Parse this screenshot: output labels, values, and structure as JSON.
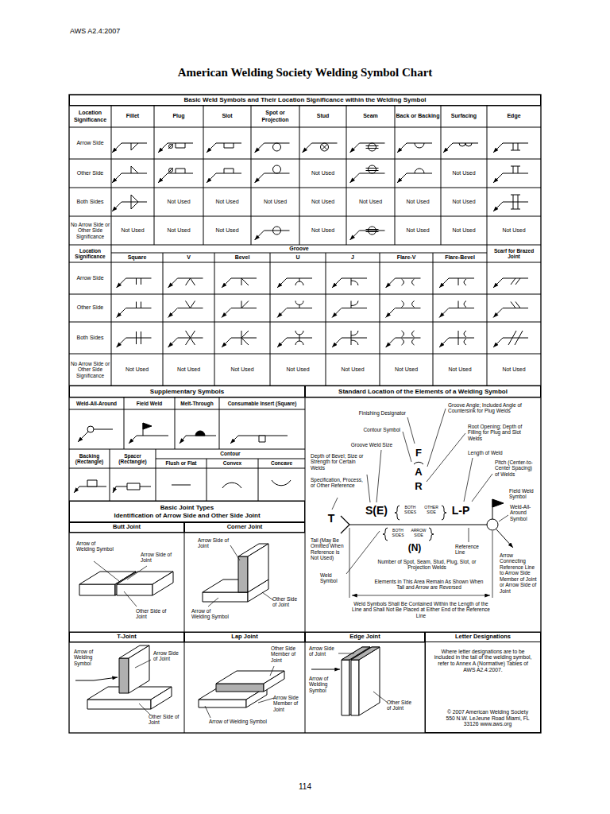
{
  "diagram": {
    "title": "American Welding Society Welding Symbol Chart",
    "nodes": [
      {
        "text": [
          "Basic Weld Symbols and Their Location Significance within the Welding Symbol"
        ]
      },
      {
        "text": [
          "Supplementary Symbols"
        ]
      },
      {
        "text": [
          "Standard Location of the Elements of a Welding Symbol"
        ]
      },
      {
        "text": [
          "Basic Joint Types",
          "Identification of Arrow Side and Other Side Joint"
        ]
      },
      {
        "text": [
          "Butt Joint"
        ]
      },
      {
        "text": [
          "Corner Joint"
        ]
      },
      {
        "text": [
          "T-Joint"
        ]
      },
      {
        "text": [
          "Lap Joint"
        ]
      },
      {
        "text": [
          "Edge Joint"
        ]
      },
      {
        "text": [
          "Letter Designations",
          "Where letter designations are to be included in the tail of the welding symbol, refer to Annex A (Normative) Tables of AWS A2.4:2007.",
          "© 2007 American Welding Society 550 N.W. LeJeune Road Miami, FL 33126 www.aws.org"
        ]
      }
    ],
    "labels": [
      "AWS A2.4:2007",
      "Location Significance",
      "Fillet",
      "Plug",
      "Slot",
      "Spot or Projection",
      "Stud",
      "Seam",
      "Back or Backing",
      "Surfacing",
      "Edge",
      "Arrow Side",
      "Other Side",
      "Both Sides",
      "No Arrow Side or Other Side Significance",
      "Not Used",
      "Not Used",
      "Not Used",
      "Not Used",
      "Not Used",
      "Not Used",
      "Not Used",
      "Not Used",
      "Not Used",
      "Not Used",
      "Not Used",
      "Not Used",
      "Not Used",
      "Not Used",
      "Not Used",
      "Not Used",
      "Location Significance",
      "Groove",
      "Scarf for Brazed Joint",
      "Square",
      "V",
      "Bevel",
      "U",
      "J",
      "Flare-V",
      "Flare-Bevel",
      "Arrow Side",
      "Other Side",
      "Both Sides",
      "No Arrow Side or Other Side Significance",
      "Not Used",
      "Not Used",
      "Not Used",
      "Not Used",
      "Not Used",
      "Not Used",
      "Not Used",
      "Not Used",
      "Weld-All-Around",
      "Field Weld",
      "Melt-Through",
      "Consumable Insert (Square)",
      "Backing (Rectangle)",
      "Spacer (Rectangle)",
      "Contour",
      "Flush or Flat",
      "Convex",
      "Concave",
      "Finishing Designator",
      "Groove Angle; Included Angle of Countersink for Plug Welds",
      "Contour Symbol",
      "Root Opening; Depth of Filling for Plug and Slot Welds",
      "Groove Weld Size",
      "Length of Weld",
      "Depth of Bevel; Size or Strength for Certain Welds",
      "Pitch (Center-to-Center Spacing) of Welds",
      "Specification, Process, or Other Reference",
      "Field Weld Symbol",
      "Weld-All-Around Symbol",
      "F",
      "A",
      "R",
      "S(E)",
      "BOTH SIDES",
      "OTHER SIDE",
      "L-P",
      "T",
      "BOTH SIDES",
      "ARROW SIDE",
      "(N)",
      "Tail (May Be Omitted When Reference is Not Used)",
      "Reference Line",
      "Number of Spot, Seam, Stud, Plug, Slot, or Projection Welds",
      "Weld Symbol",
      "Arrow Connecting Reference Line to Arrow Side Member of Joint or Arrow Side of Joint",
      "Elements in This Area Remain As Shown When Tail and Arrow are Reversed",
      "Weld Symbols Shall Be Contained Within the Length of the Line and Shall Not Be Placed at Either End of the Reference Line",
      "Arrow of Welding Symbol",
      "Arrow Side of Joint",
      "Other Side of Joint",
      "Arrow Side of Joint",
      "Arrow of Welding Symbol",
      "Other Side of Joint",
      "Arrow of Welding Symbol",
      "Arrow Side of Joint",
      "Other Side of Joint",
      "Other Side Member of Joint",
      "Arrow Side Member of Joint",
      "Arrow of Welding Symbol",
      "Arrow Side of Joint",
      "Arrow of Welding Symbol",
      "Other Side of Joint",
      "114"
    ]
  }
}
